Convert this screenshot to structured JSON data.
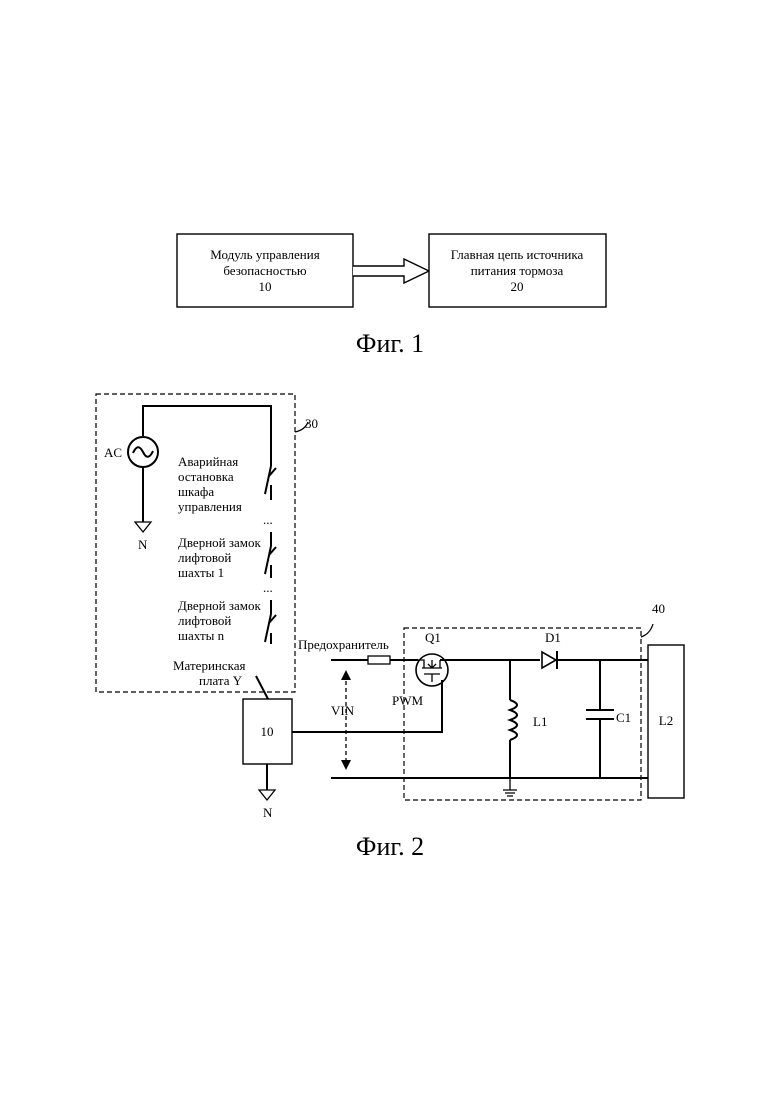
{
  "fig1": {
    "caption": "Фиг. 1",
    "module_box": {
      "line1": "Модуль управления",
      "line2": "безопасностью",
      "number": "10"
    },
    "brake_box": {
      "line1": "Главная цепь источника",
      "line2": "питания тормоза",
      "number": "20"
    }
  },
  "fig2": {
    "caption": "Фиг. 2",
    "ref_30": "30",
    "ref_40": "40",
    "ac_label": "AC",
    "n_left": "N",
    "n_bottom": "N",
    "ellipsis1": "...",
    "ellipsis2": "...",
    "emergency": {
      "line1": "Аварийная",
      "line2": "остановка",
      "line3": "шкафа",
      "line4": "управления"
    },
    "door1": {
      "line1": "Дверной замок",
      "line2": "лифтовой",
      "line3": "шахты 1"
    },
    "doorn": {
      "line1": "Дверной замок",
      "line2": "лифтовой",
      "line3": "шахты n"
    },
    "mainboard": {
      "line1": "Материнская",
      "line2": "плата Y"
    },
    "fuse_label": "Предохранитель",
    "q1_label": "Q1",
    "d1_label": "D1",
    "pwm_label": "PWM",
    "vin_label": "VIN",
    "l1_label": "L1",
    "c1_label": "C1",
    "l2_label": "L2",
    "module_10": "10"
  }
}
